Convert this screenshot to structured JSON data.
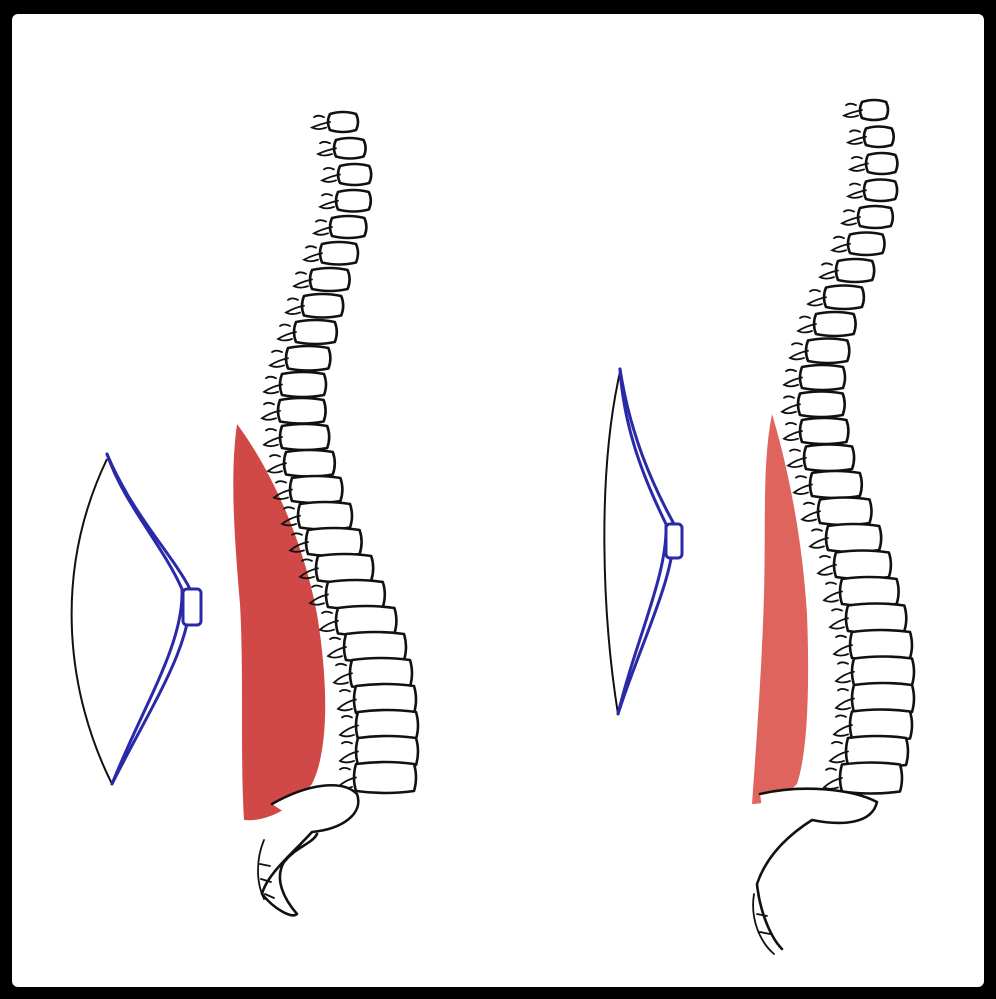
{
  "figure": {
    "panels": [
      {
        "id": "left",
        "subject": "spine-with-strong-muscle",
        "bow_icon": "bow-strung-icon",
        "muscle_color": "#c9302c"
      },
      {
        "id": "right",
        "subject": "spine-with-weak-muscle",
        "bow_icon": "bow-slack-icon",
        "muscle_color": "#d9423a"
      }
    ],
    "colors": {
      "background": "#ffffff",
      "frame": "#000000",
      "bowstring": "#2a2aa8",
      "outline": "#111111"
    }
  }
}
